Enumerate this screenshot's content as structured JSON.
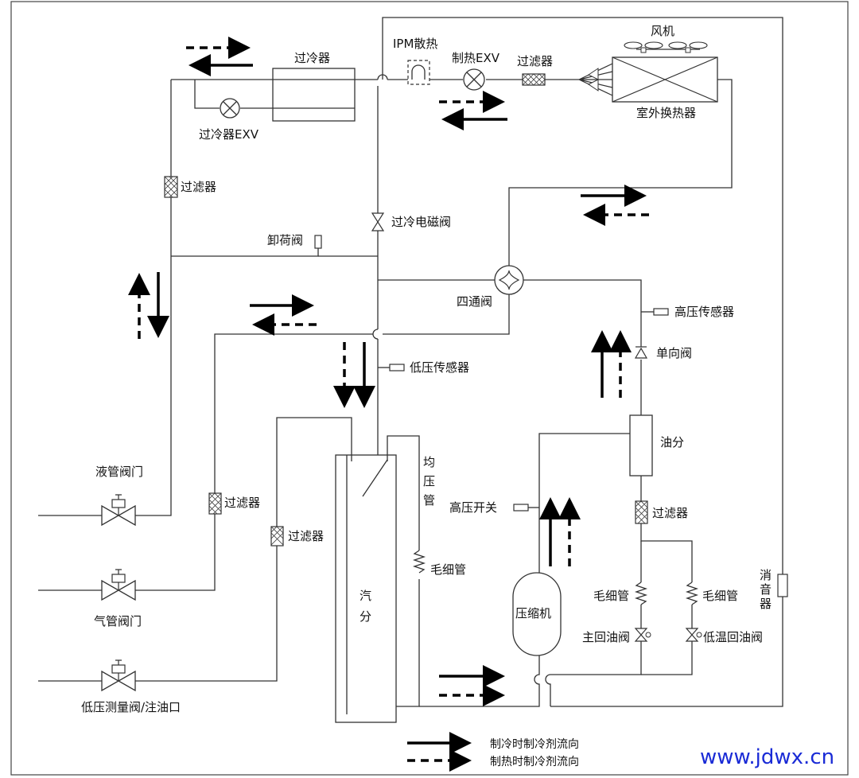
{
  "labels": {
    "subcooler": "过冷器",
    "ipm": "IPM散热",
    "heating_exv": "制热EXV",
    "filter_top": "过滤器",
    "fan": "风机",
    "outdoor_hx": "室外换热器",
    "subcooler_exv": "过冷器EXV",
    "filter_left": "过滤器",
    "subcool_solenoid": "过冷电磁阀",
    "unload_valve": "卸荷阀",
    "four_way": "四通阀",
    "hp_sensor": "高压传感器",
    "check_valve": "单向阀",
    "lp_sensor": "低压传感器",
    "oil_sep": "油分",
    "equalizer": [
      "均",
      "压",
      "管"
    ],
    "hp_switch": "高压开关",
    "filter_oil": "过滤器",
    "liquid_valve": "液管阀门",
    "filter_mid1": "过滤器",
    "filter_mid2": "过滤器",
    "capillary_eq": "毛细管",
    "gas_valve": "气管阀门",
    "accumulator": [
      "汽",
      "分"
    ],
    "compressor": "压缩机",
    "capillary_main": "毛细管",
    "capillary_low": "毛细管",
    "main_oil_valve": "主回油阀",
    "low_temp_oil_valve": "低温回油阀",
    "muffler": [
      "消",
      "音",
      "器"
    ],
    "lp_service": "低压测量阀/注油口"
  },
  "legend": {
    "cooling": "制冷时制冷剂流向",
    "heating": "制热时制冷剂流向"
  },
  "watermark": "www.jdwx.cn"
}
